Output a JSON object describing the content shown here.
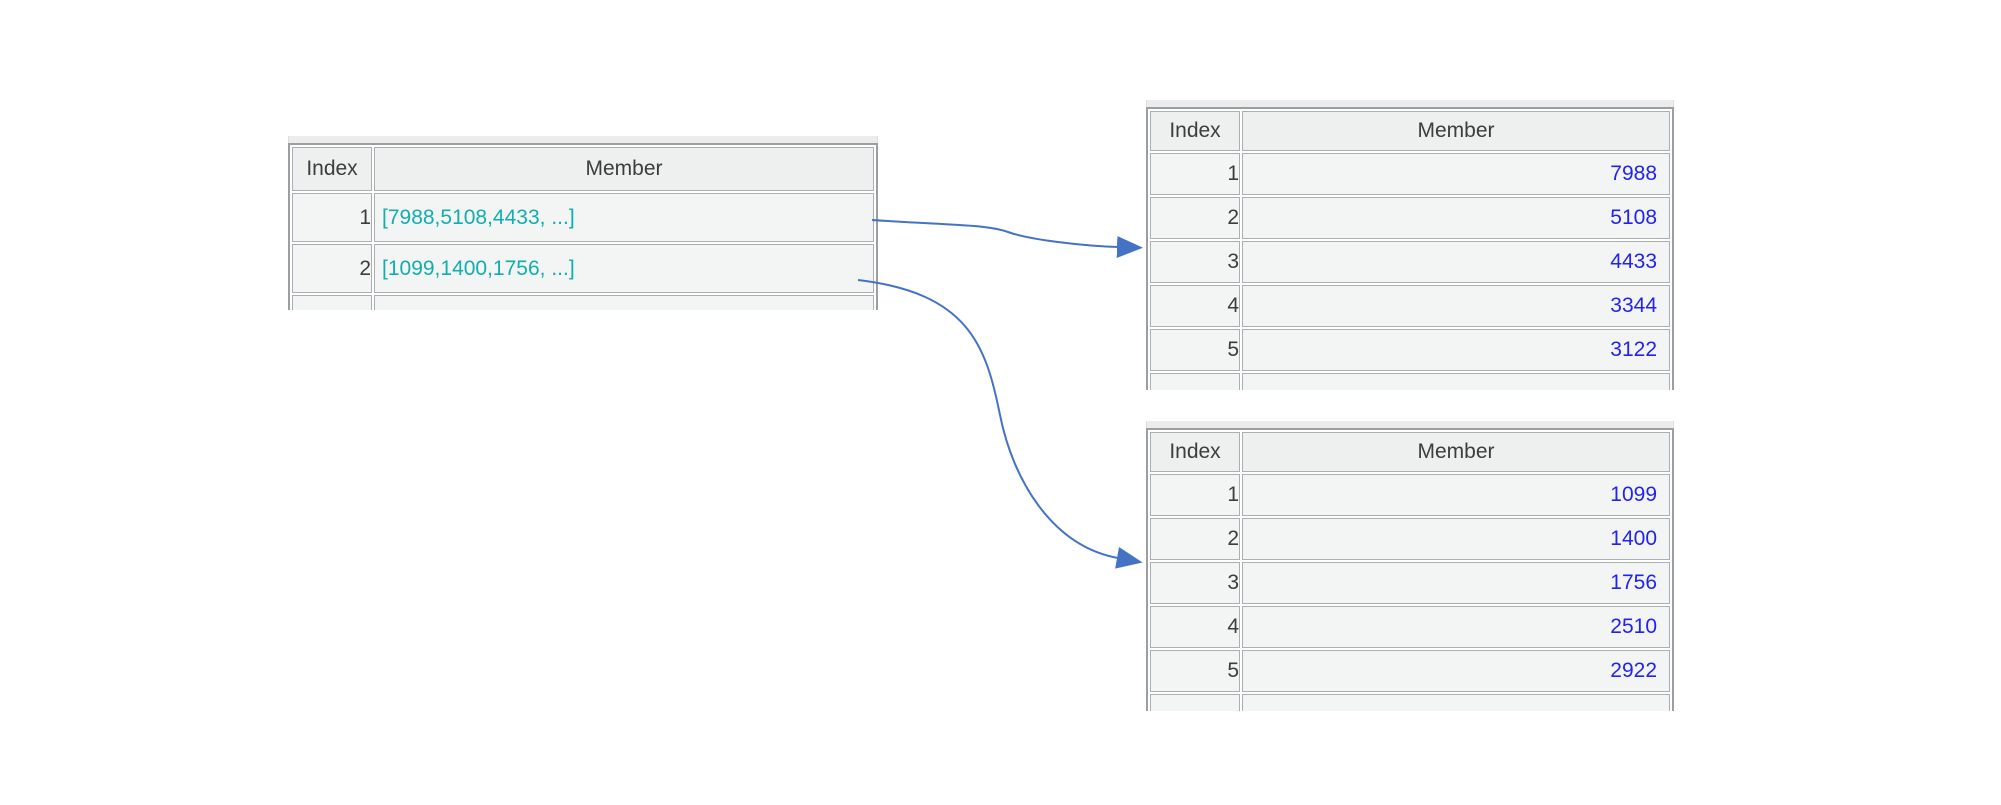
{
  "colors": {
    "arrow_blue": "#4472c4",
    "member_link_blue": "#2323ee",
    "member_list_teal": "#12aeae",
    "header_text": "#3d3d3d",
    "cell_background": "#f3f4f4",
    "grid_border": "#aab0b2"
  },
  "left_table": {
    "headers": {
      "index": "Index",
      "member": "Member"
    },
    "rows": [
      {
        "index": "1",
        "member": "[7988,5108,4433, ...]"
      },
      {
        "index": "2",
        "member": "[1099,1400,1756, ...]"
      }
    ]
  },
  "top_right_table": {
    "headers": {
      "index": "Index",
      "member": "Member"
    },
    "rows": [
      {
        "index": "1",
        "member": "7988"
      },
      {
        "index": "2",
        "member": "5108"
      },
      {
        "index": "3",
        "member": "4433"
      },
      {
        "index": "4",
        "member": "3344"
      },
      {
        "index": "5",
        "member": "3122"
      }
    ]
  },
  "bottom_right_table": {
    "headers": {
      "index": "Index",
      "member": "Member"
    },
    "rows": [
      {
        "index": "1",
        "member": "1099"
      },
      {
        "index": "2",
        "member": "1400"
      },
      {
        "index": "3",
        "member": "1756"
      },
      {
        "index": "4",
        "member": "2510"
      },
      {
        "index": "5",
        "member": "2922"
      }
    ]
  }
}
